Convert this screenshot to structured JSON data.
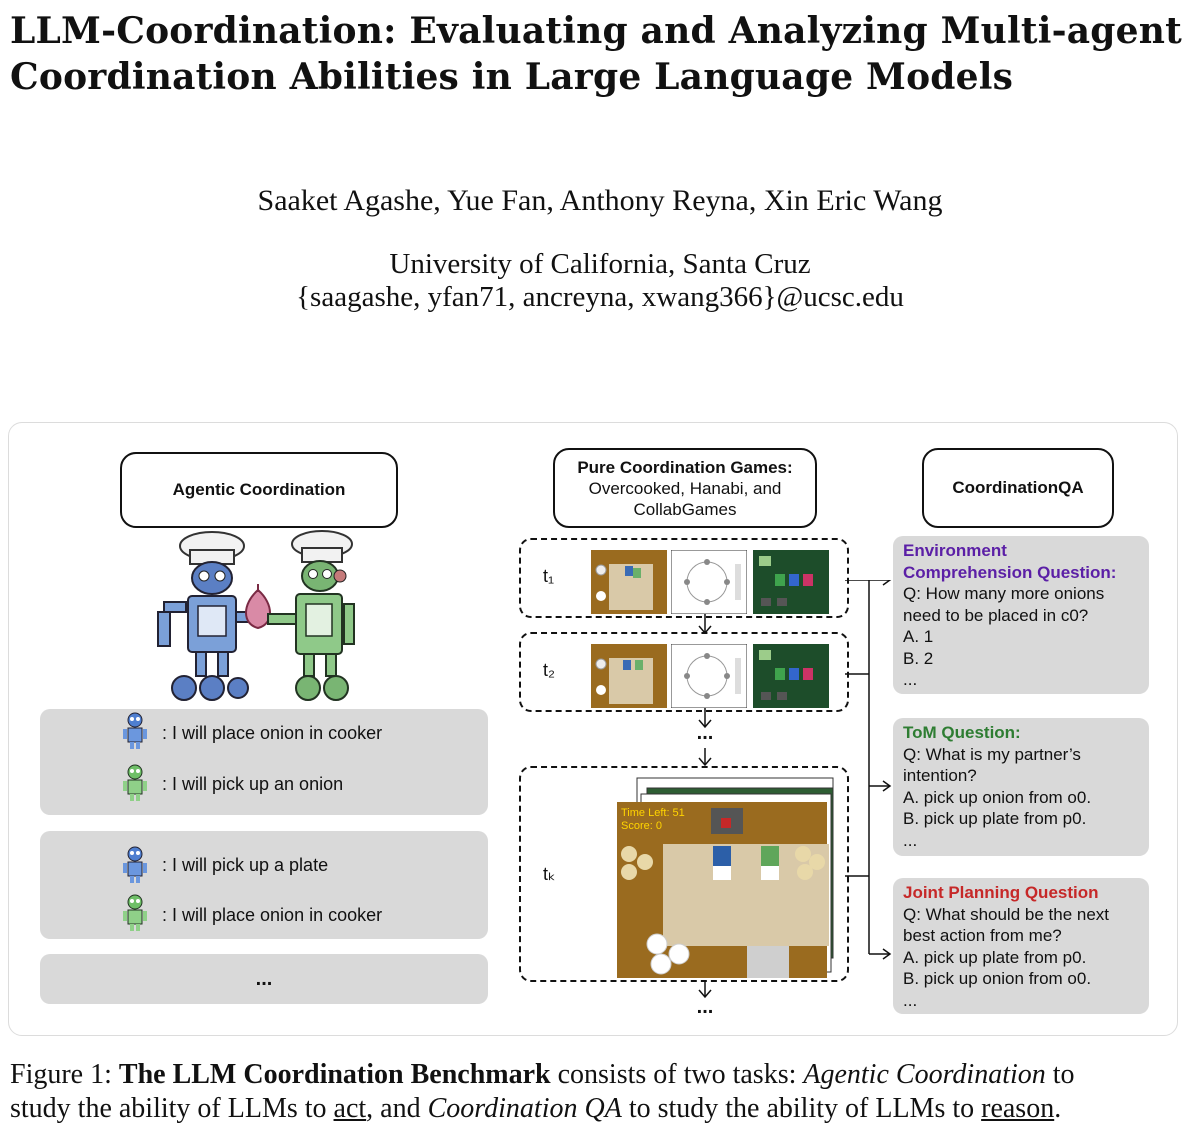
{
  "paper": {
    "title_line1": "LLM-Coordination: Evaluating and Analyzing Multi-agent",
    "title_line2": "Coordination Abilities in Large Language Models",
    "authors": "Saaket Agashe, Yue Fan, Anthony Reyna, Xin Eric Wang",
    "affiliation": "University of California, Santa Cruz",
    "emails": "{saagashe, yfan71, ancreyna, xwang366}@ucsc.edu"
  },
  "figure": {
    "left_header": "Agentic Coordination",
    "mid_header_bold": "Pure Coordination Games:",
    "mid_header_line2": "Overcooked, Hanabi, and",
    "mid_header_line3": "CollabGames",
    "right_header": "CoordinationQA",
    "dialog1": [
      ": I will place onion in cooker",
      ": I will pick up an onion"
    ],
    "dialog2": [
      ": I will pick up a plate",
      ": I will place onion in cooker"
    ],
    "dialog3": "...",
    "timesteps": [
      "t₁",
      "t₂",
      "tₖ"
    ],
    "ellipsis_mid": "...",
    "ellipsis_bottom": "...",
    "game_time_left": "Time Left: 51",
    "game_score": "Score: 0",
    "q1": {
      "title_line1": "Environment",
      "title_line2": "Comprehension Question:",
      "title_color": "#5b1fa6",
      "lines": [
        "Q: How many more onions",
        "need to be placed in c0?",
        "A. 1",
        "B. 2",
        "..."
      ]
    },
    "q2": {
      "title": "ToM Question:",
      "title_color": "#2e7d32",
      "lines": [
        "Q: What is my partner’s",
        "intention?",
        "A. pick up onion from o0.",
        "B. pick up plate from p0.",
        "..."
      ]
    },
    "q3": {
      "title": "Joint Planning Question",
      "title_color": "#c62828",
      "lines": [
        "Q: What should be the next",
        "best action from me?",
        "A. pick up plate from p0.",
        "B. pick up onion from o0.",
        "..."
      ]
    }
  },
  "caption": {
    "label": "Figure 1:",
    "bold": "The LLM Coordination Benchmark",
    "t1": " consists of two tasks: ",
    "it1": "Agentic Coordination",
    "t2": " to",
    "t3": "study the ability of LLMs to ",
    "u1": "act",
    "t4": ", and ",
    "it2": "Coordination QA",
    "t5": " to study the ability of LLMs to ",
    "u2": "reason",
    "t6": "."
  }
}
